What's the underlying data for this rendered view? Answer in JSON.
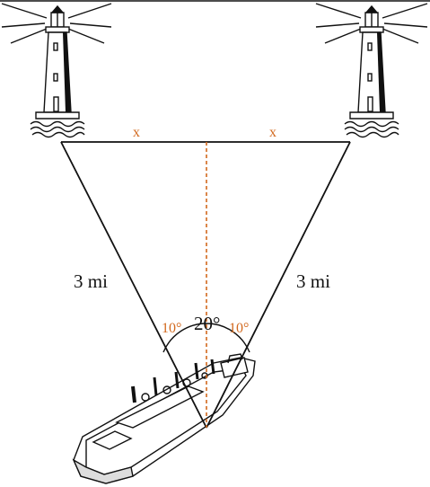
{
  "labels": {
    "half_left": "x",
    "half_right": "x",
    "side_left": "3 mi",
    "side_right": "3 mi",
    "angle_total": "20°",
    "angle_left": "10°",
    "angle_right": "10°"
  },
  "colors": {
    "line": "#111111",
    "accent": "#d2691e",
    "hull": "#ffffff"
  },
  "icons": {
    "left_lighthouse": "lighthouse-icon",
    "right_lighthouse": "lighthouse-icon",
    "ship": "ship-icon"
  }
}
